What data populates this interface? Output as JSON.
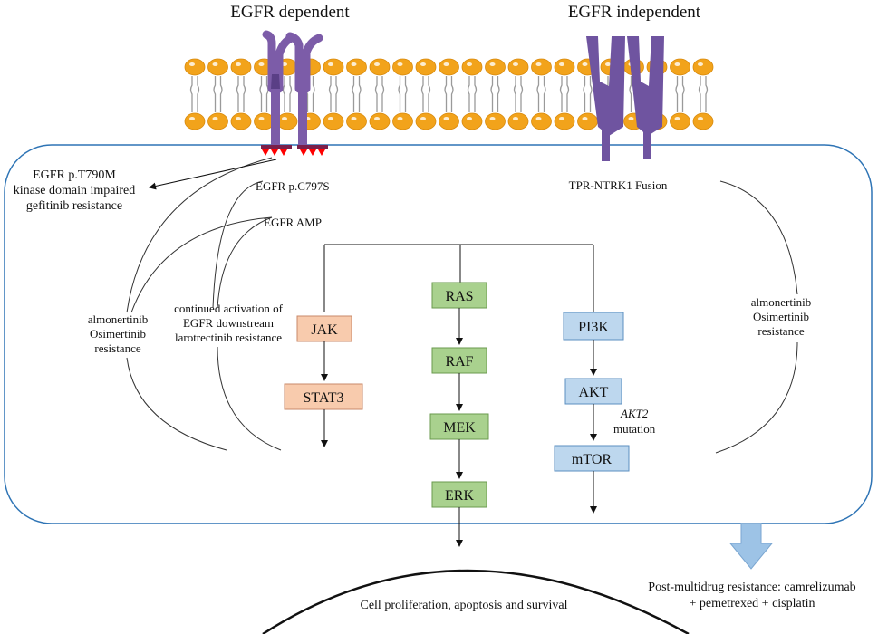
{
  "headers": {
    "egfr_dependent": "EGFR dependent",
    "egfr_independent": "EGFR independent"
  },
  "left_labels": {
    "t790m": [
      "EGFR p.T790M",
      "kinase domain impaired",
      "gefitinib resistance"
    ],
    "c797s": "EGFR p.C797S",
    "amp": "EGFR AMP",
    "left_resistance": [
      "almonertinib",
      "Osimertinib",
      "resistance"
    ],
    "continued": [
      "continued activation of",
      "EGFR downstream",
      "larotrectinib resistance"
    ]
  },
  "right_labels": {
    "fusion": "TPR-NTRK1 Fusion",
    "right_resistance": [
      "almonertinib",
      "Osimertinib",
      "resistance"
    ]
  },
  "pathways": {
    "jak_stat": [
      "JAK",
      "STAT3"
    ],
    "mapk": [
      "RAS",
      "RAF",
      "MEK",
      "ERK"
    ],
    "pi3k": [
      "PI3K",
      "AKT",
      "mTOR"
    ],
    "akt2_gene": "AKT2",
    "akt2_word": "mutation"
  },
  "outcomes": {
    "nucleus": "Cell proliferation, apoptosis and survival",
    "post_line1": "Post-multidrug resistance: camrelizumab",
    "post_line2": "+ pemetrexed + cisplatin"
  },
  "colors": {
    "jak_fill": "#f8cbad",
    "ras_fill": "#a9d18e",
    "pi3k_fill": "#bdd7ee",
    "receptor": "#7c5ca8",
    "lipid_head": "#f2a31b",
    "cell_border": "#2e74b5",
    "arrow_blue": "#9dc3e6",
    "kinase_red": "#ff0000"
  }
}
